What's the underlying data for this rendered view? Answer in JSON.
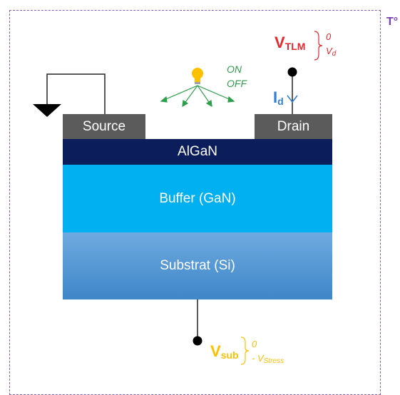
{
  "temperature_label": "T°",
  "contacts": {
    "source": "Source",
    "drain": "Drain"
  },
  "layers": {
    "algan": "AlGaN",
    "buffer": "Buffer (GaN)",
    "substrate": "Substrat (Si)"
  },
  "light": {
    "on": "ON",
    "off": "OFF",
    "icon": "lightbulb-icon"
  },
  "v_tlm": {
    "main": "V",
    "sub": "TLM",
    "level_high": "0",
    "level_low_main": "V",
    "level_low_sub": "d"
  },
  "i_d": {
    "main": "I",
    "sub": "d"
  },
  "v_sub": {
    "main": "V",
    "sub": "sub",
    "level_high": "0",
    "level_low_main": "- V",
    "level_low_sub": "Stress"
  },
  "colors": {
    "algan": "#0b1e5b",
    "buffer": "#00b0f0",
    "substrate": "#4a8fd0",
    "contact": "#5b5b5b",
    "frame": "#8e5ab8",
    "v_tlm": "#e8262c",
    "current": "#2f7fd0",
    "v_sub": "#ffbf00",
    "light": "#2e9e4b"
  }
}
